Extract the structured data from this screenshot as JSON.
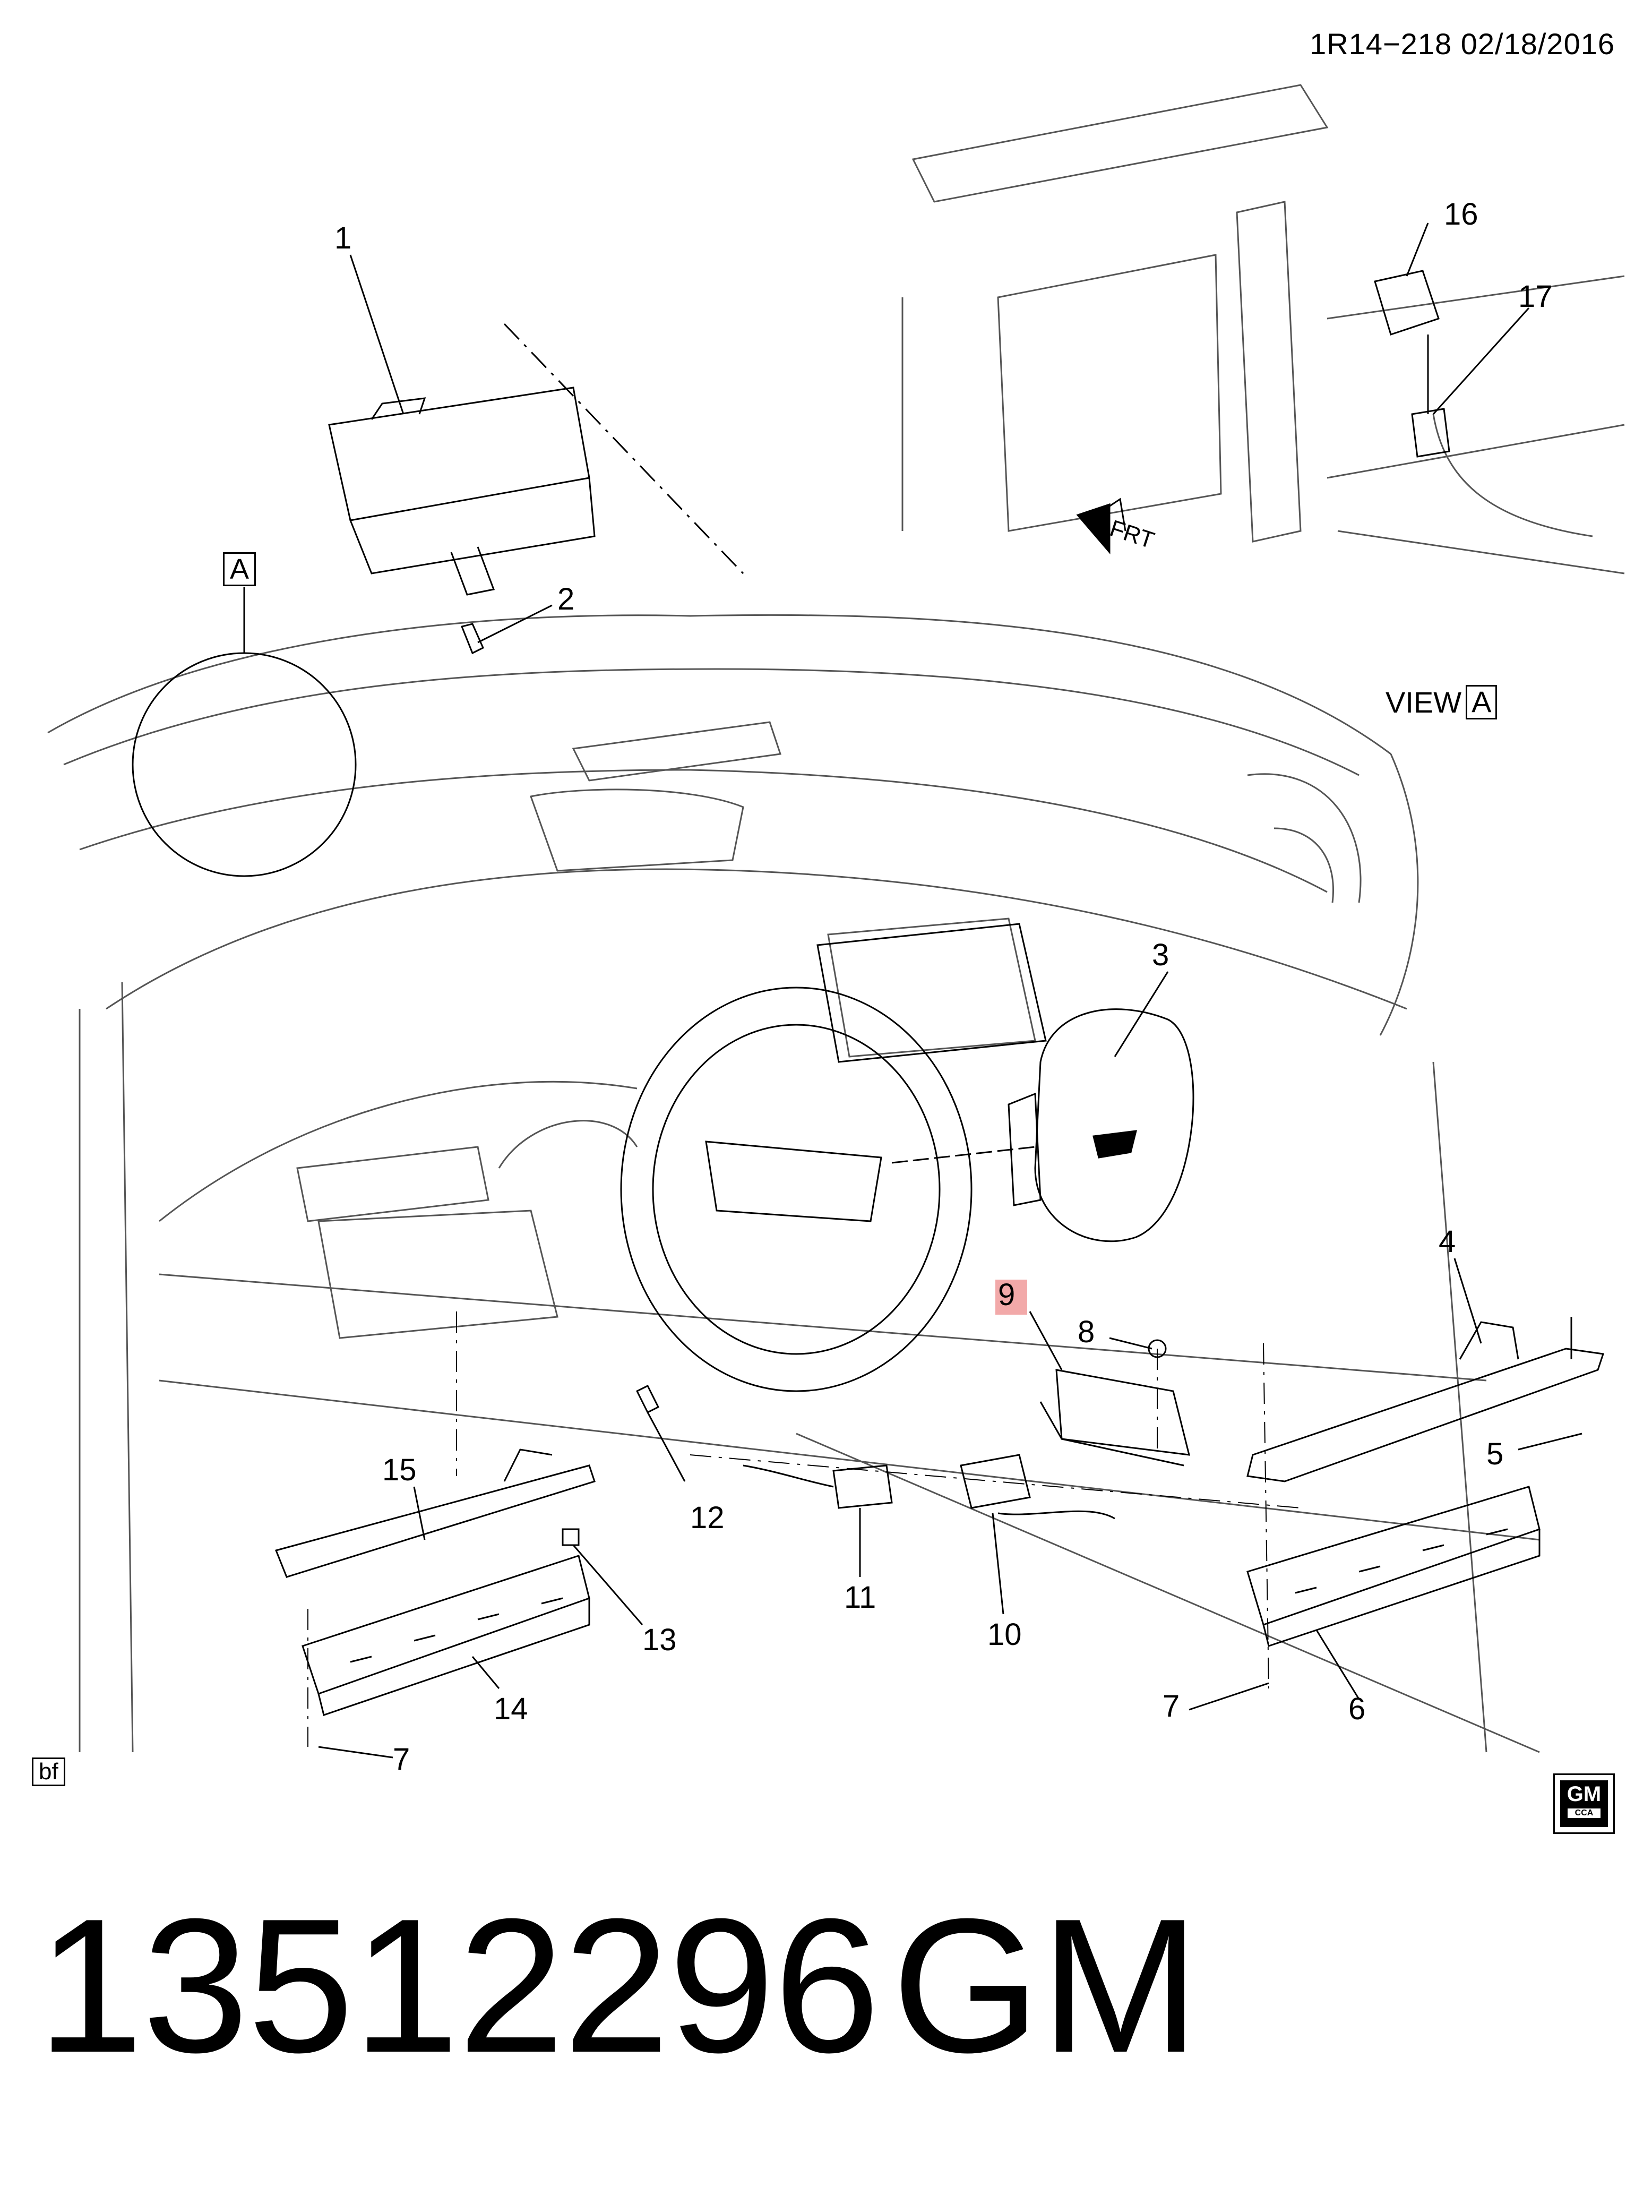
{
  "header": {
    "drawing_code": "1R14−218  02/18/2016"
  },
  "view_marker": "A",
  "view_label": {
    "prefix": "VIEW",
    "letter": "A"
  },
  "orientation_arrow_label": "FRT",
  "illustrator_tag": "bf",
  "callouts": [
    "1",
    "2",
    "3",
    "4",
    "5",
    "6",
    "7",
    "7",
    "8",
    "9",
    "10",
    "11",
    "12",
    "13",
    "14",
    "15",
    "16",
    "17"
  ],
  "logo": {
    "brand": "GM",
    "sub": "CCA"
  },
  "footer": {
    "part_number": "13512296",
    "maker": "GM"
  }
}
